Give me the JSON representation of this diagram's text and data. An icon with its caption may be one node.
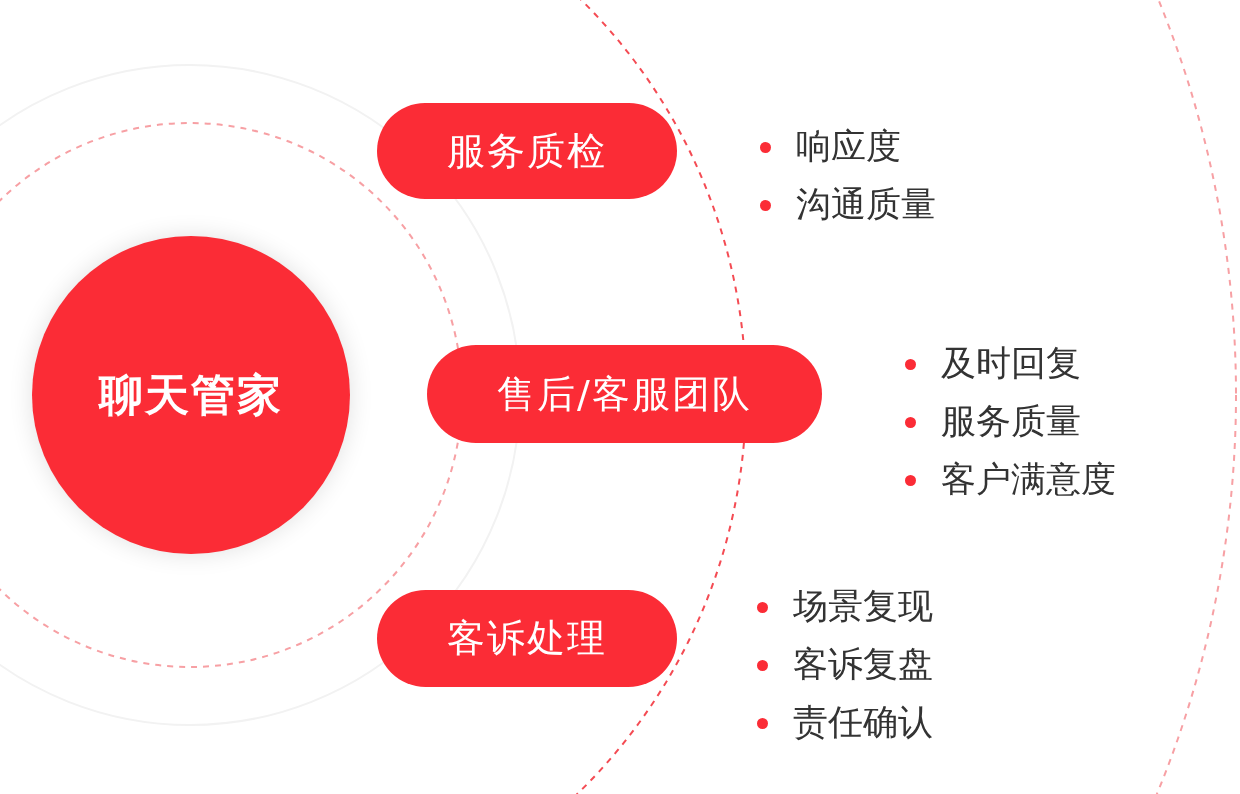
{
  "diagram": {
    "nodes": [
      {
        "text": [
          "聊天管家"
        ]
      },
      {
        "text": [
          "服务质检"
        ],
        "beside": [
          "响应度",
          "沟通质量"
        ]
      },
      {
        "text": [
          "售后/客服团队"
        ],
        "beside": [
          "及时回复",
          "服务质量",
          "客户满意度"
        ]
      },
      {
        "text": [
          "客诉处理"
        ],
        "beside": [
          "场景复现",
          "客诉复盘",
          "责任确认"
        ]
      }
    ]
  }
}
